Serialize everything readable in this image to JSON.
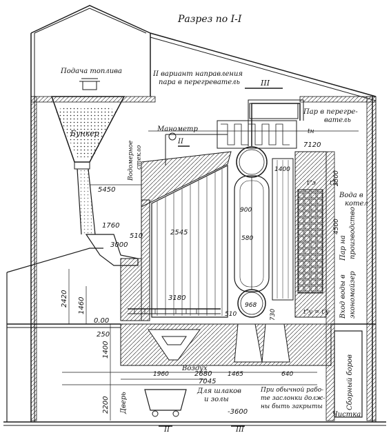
{
  "title": "Разрез по I-I",
  "labels": {
    "fuel_supply": "Подача топлива",
    "variant_2": "II вариант направления",
    "variant_2b": "пара в перегреватель",
    "mark_III": "III",
    "steam_sh": "Пар в перегре-",
    "steam_sh2": "ватель",
    "t_n": "tн",
    "bunker": "Бункер",
    "manometer": "Манометр",
    "water_glass": "Водомерное",
    "water_glass2": "стекло",
    "mark_II": "II",
    "water_boiler": "Вода в",
    "water_boiler2": "котел",
    "steam_prod": "Пар на",
    "steam_prod2": "производство",
    "water_eco": "Вход воды в",
    "water_eco2": "экономайзер",
    "air": "Воздух",
    "slag": "Для шлаков",
    "slag2": "и золы",
    "note1": "При обычной рабо-",
    "note2": "те заслонки долж-",
    "note3": "ны быть закрыты",
    "door": "Дверь",
    "collector": "Сборный боров",
    "cleaning": "Чистка",
    "t_e": "t\"э",
    "t_e2": "t'э",
    "t_y": "t\"у = t'у",
    "mark_II_bottom": "II",
    "mark_III_bottom": "III"
  },
  "dimensions": {
    "d7120": "7120",
    "d5450": "5450",
    "d1760": "1760",
    "d510a": "510",
    "d3000": "3000",
    "d2545": "2545",
    "d900": "900",
    "d1400a": "1400",
    "d580": "580",
    "d2420": "2420",
    "d1460": "1460",
    "d000": "0.00",
    "d3180": "3180",
    "d968": "968",
    "d510b": "510",
    "d730": "730",
    "d250": "250",
    "d1400b": "1400",
    "d2680": "2680",
    "d1960": "1960",
    "d7045": "7045",
    "d1465": "1465",
    "d640": "640",
    "d2200": "2200",
    "d3600": "-3600",
    "d4500": "4500",
    "d2500": "2500"
  }
}
